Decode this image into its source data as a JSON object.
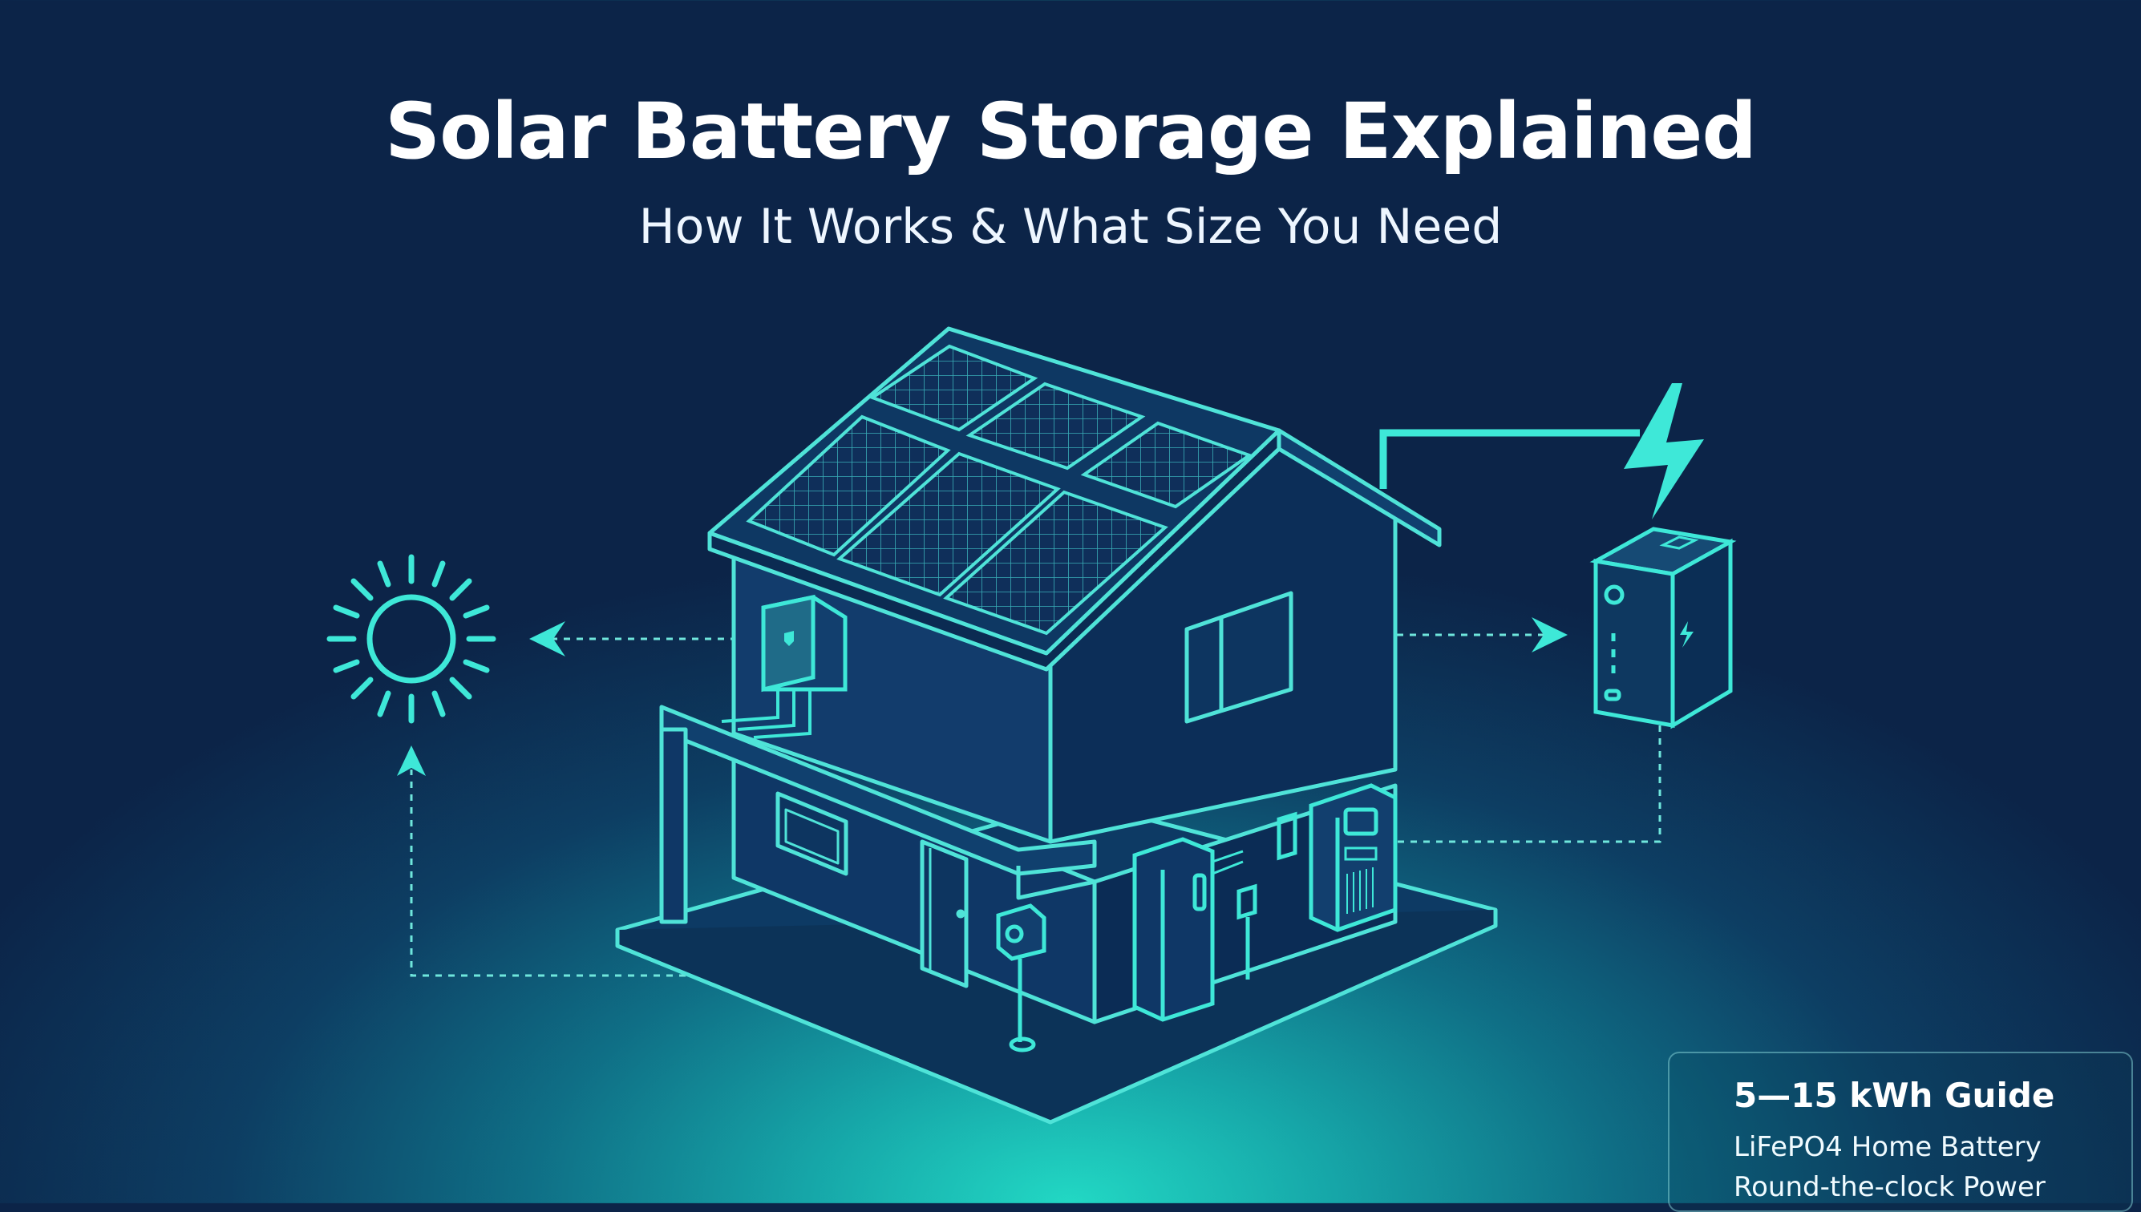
{
  "header": {
    "title": "Solar Battery Storage Explained",
    "subtitle": "How It Works & What Size You Need"
  },
  "info_card": {
    "title": "5—15 kWh Guide",
    "line1": "LiFePO4 Home Battery",
    "line2": "Round-the-clock Power"
  },
  "icons": [
    "sun-icon",
    "house-illustration",
    "solar-panel-icon",
    "inverter-icon",
    "battery-icon",
    "lightning-bolt-icon",
    "electric-meter-icon",
    "flow-arrow-icon"
  ],
  "colors": {
    "background_top": "#0c2448",
    "background_glow": "#22d8c4",
    "line_accent": "#3ee8d8",
    "text": "#ffffff"
  }
}
